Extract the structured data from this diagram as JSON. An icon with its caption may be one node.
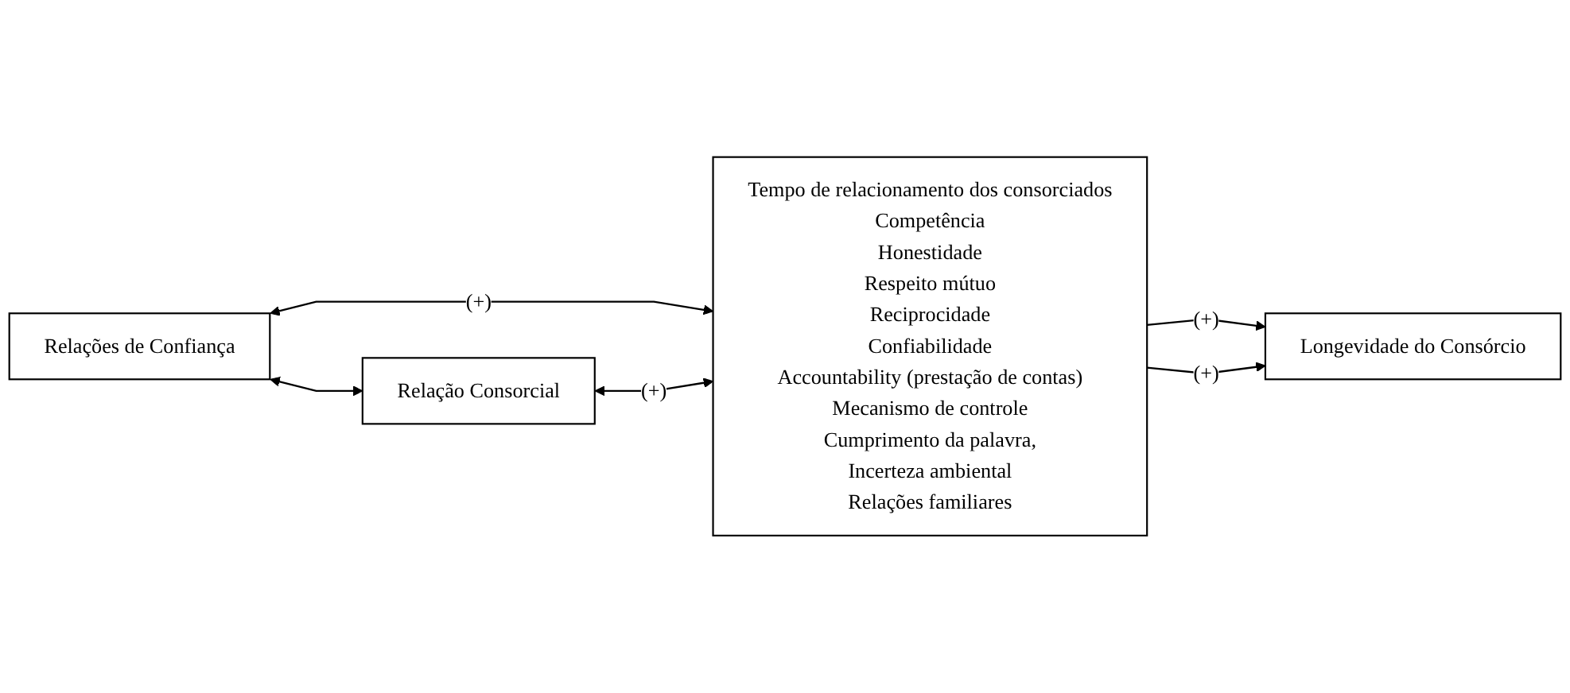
{
  "diagram": {
    "nodes": [
      {
        "text": [
          "Relações de Confiança"
        ]
      },
      {
        "text": [
          "Tempo de relacionamento dos consorciados",
          "Competência",
          "Honestidade",
          "Respeito mútuo",
          "Reciprocidade",
          "Confiabilidade",
          "Accountability (prestação de contas)",
          "Mecanismo de controle",
          "Cumprimento da palavra,",
          "Incerteza ambiental",
          "Relações familiares"
        ]
      },
      {
        "text": [
          "Longevidade do Consórcio"
        ]
      },
      {
        "text": [
          "Relação Consorcial"
        ]
      }
    ],
    "edges": [
      {
        "from": 0,
        "to": 1,
        "arrow": "both",
        "label": "(+)"
      },
      {
        "from": 3,
        "to": 1,
        "arrow": "both",
        "label": "(+)"
      },
      {
        "from": 0,
        "to": 3,
        "arrow": "both"
      },
      {
        "from": 1,
        "to": 2,
        "arrow": "to",
        "label": "(+)"
      },
      {
        "from": 1,
        "to": 2,
        "arrow": "to",
        "label": "(+)"
      }
    ]
  }
}
